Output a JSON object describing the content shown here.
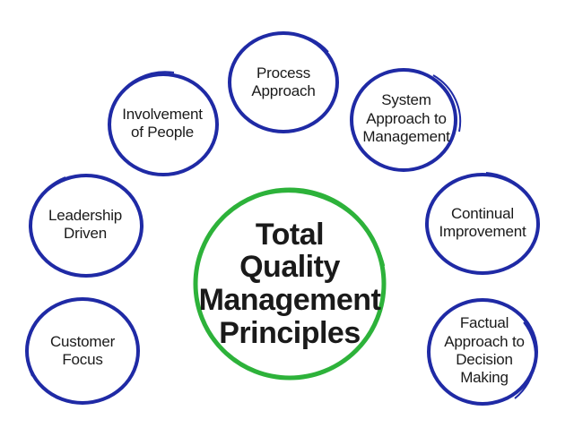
{
  "colors": {
    "ring": "#1f2aa5",
    "center_ring": "#2db23a",
    "text": "#1a1a1a"
  },
  "center": {
    "title": "Total\nQuality\nManagement\nPrinciples"
  },
  "principles": [
    {
      "id": "process-approach",
      "label": "Process\nApproach"
    },
    {
      "id": "system-approach",
      "label": "System\nApproach to\nManagement"
    },
    {
      "id": "continual-improvement",
      "label": "Continual\nImprovement"
    },
    {
      "id": "factual-approach",
      "label": "Factual\nApproach to\nDecision\nMaking"
    },
    {
      "id": "customer-focus",
      "label": "Customer\nFocus"
    },
    {
      "id": "leadership-driven",
      "label": "Leadership\nDriven"
    },
    {
      "id": "involvement-of-people",
      "label": "Involvement\nof People"
    }
  ]
}
